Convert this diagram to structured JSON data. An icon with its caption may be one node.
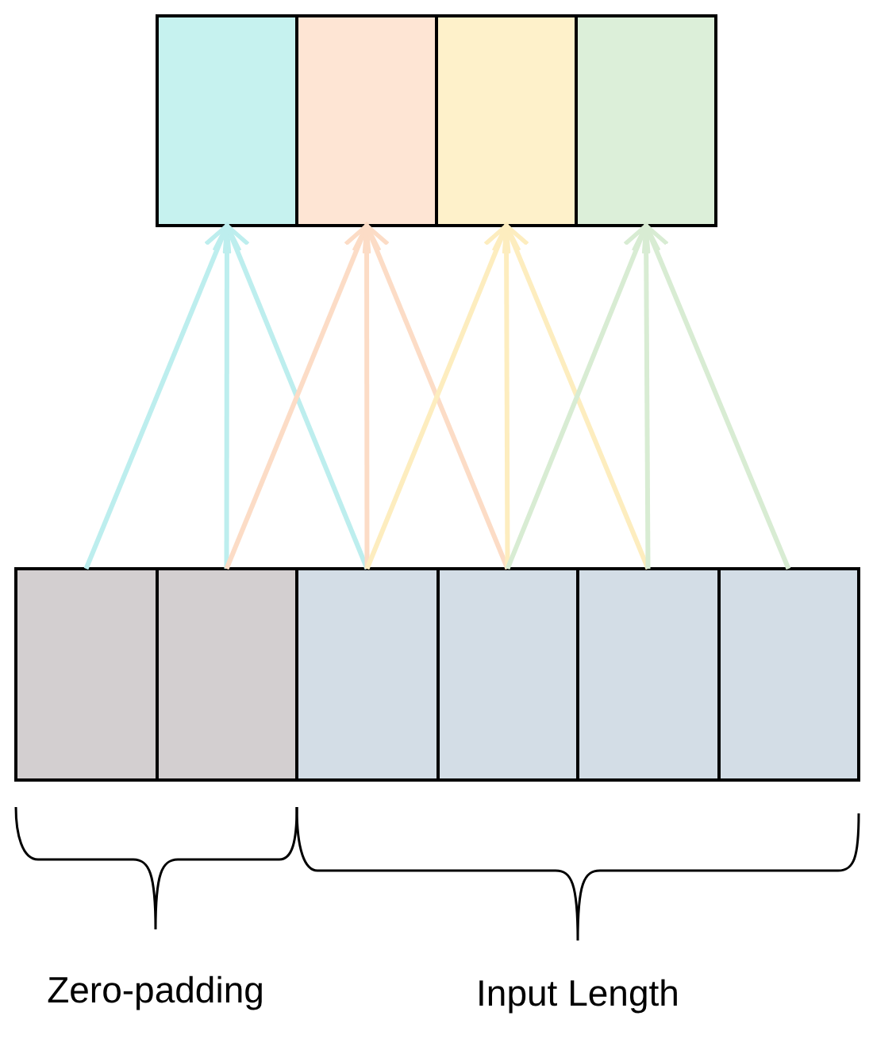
{
  "diagram": {
    "nodes": [
      {
        "text": [],
        "shape": "box"
      },
      {
        "text": [],
        "shape": "box"
      },
      {
        "text": [],
        "shape": "box"
      },
      {
        "text": [],
        "shape": "box"
      },
      {
        "text": [],
        "shape": "box"
      },
      {
        "text": [],
        "shape": "box"
      },
      {
        "text": [],
        "shape": "box"
      },
      {
        "text": [],
        "shape": "box"
      },
      {
        "text": [],
        "shape": "box"
      },
      {
        "text": [],
        "shape": "box"
      }
    ],
    "edges": [
      {
        "from": 4,
        "to": 0,
        "arrow": "to",
        "color": "#bdeeee"
      },
      {
        "from": 5,
        "to": 0,
        "arrow": "to",
        "color": "#bdeeee"
      },
      {
        "from": 6,
        "to": 0,
        "arrow": "to",
        "color": "#bdeeee"
      },
      {
        "from": 5,
        "to": 1,
        "arrow": "to",
        "color": "#fcdcc6"
      },
      {
        "from": 6,
        "to": 1,
        "arrow": "to",
        "color": "#fcdcc6"
      },
      {
        "from": 7,
        "to": 1,
        "arrow": "to",
        "color": "#fcdcc6"
      },
      {
        "from": 6,
        "to": 2,
        "arrow": "to",
        "color": "#fdedbf"
      },
      {
        "from": 7,
        "to": 2,
        "arrow": "to",
        "color": "#fdedbf"
      },
      {
        "from": 8,
        "to": 2,
        "arrow": "to",
        "color": "#fdedbf"
      },
      {
        "from": 7,
        "to": 3,
        "arrow": "to",
        "color": "#d8ecd3"
      },
      {
        "from": 8,
        "to": 3,
        "arrow": "to",
        "color": "#d8ecd3"
      },
      {
        "from": 9,
        "to": 3,
        "arrow": "to",
        "color": "#d8ecd3"
      }
    ],
    "labels": [
      "Zero-padding",
      "Input Length"
    ]
  }
}
